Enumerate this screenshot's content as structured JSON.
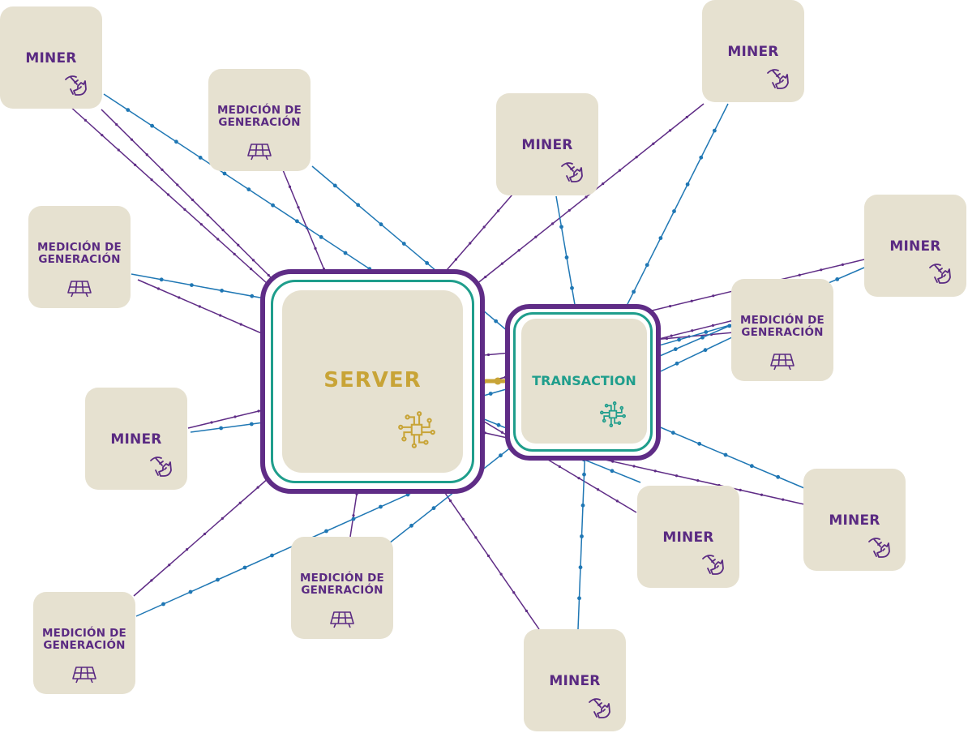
{
  "server": {
    "label": "SERVER",
    "icon": "circuit-chip-icon",
    "color": "#c8a437"
  },
  "transaction": {
    "label": "TRANSACTION",
    "icon": "circuit-chip-icon",
    "color": "#1f9e8c"
  },
  "nodes": {
    "miner_label": "MINER",
    "meter_label_line1": "MEDICIÓN DE",
    "meter_label_line2": "GENERACIÓN",
    "miner_icon": "mining-pickaxe-hand-icon",
    "meter_icon": "solar-panel-icon"
  },
  "colors": {
    "purple": "#5f2c86",
    "teal": "#1f9e8c",
    "blue": "#1f77b4",
    "node_fill": "#e6e1d0",
    "gold": "#c8a437",
    "label_text": "#5a2a82"
  }
}
